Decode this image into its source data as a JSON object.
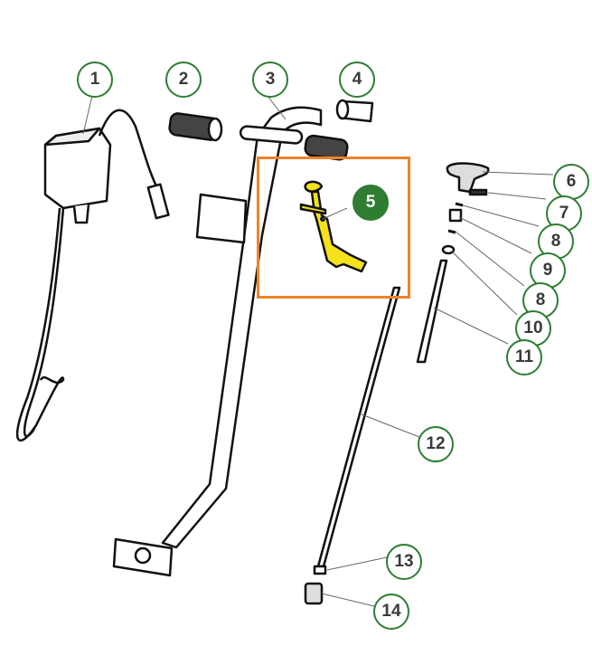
{
  "diagram": {
    "selected_part": "5",
    "colors": {
      "callout": "#2e7d32",
      "highlight": "#f08228",
      "selected_part_fill": "#f5e21b"
    },
    "callouts": [
      {
        "label": "1"
      },
      {
        "label": "2"
      },
      {
        "label": "3"
      },
      {
        "label": "4"
      },
      {
        "label": "5"
      },
      {
        "label": "6"
      },
      {
        "label": "7"
      },
      {
        "label": "8"
      },
      {
        "label": "9"
      },
      {
        "label": "8"
      },
      {
        "label": "10"
      },
      {
        "label": "11"
      },
      {
        "label": "12"
      },
      {
        "label": "13"
      },
      {
        "label": "14"
      }
    ]
  }
}
